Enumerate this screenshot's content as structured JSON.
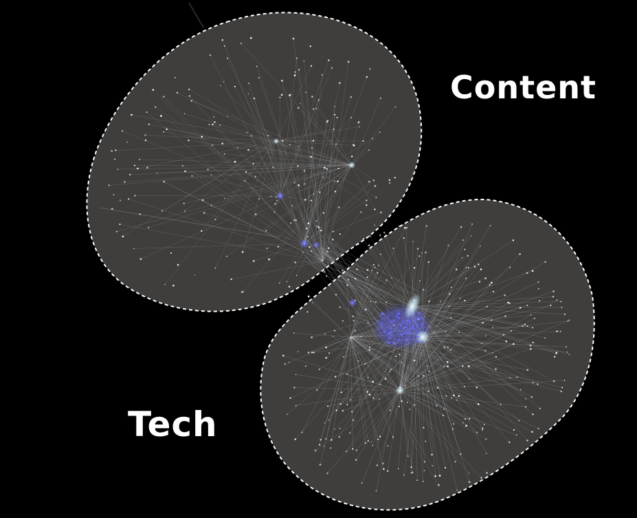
{
  "clusters": [
    {
      "id": "content",
      "label": "Content"
    },
    {
      "id": "tech",
      "label": "Tech"
    }
  ],
  "colors": {
    "background": "#000000",
    "region_fill": "#3f3e3c",
    "region_outline": "#ffffff",
    "node": "#ffffff",
    "edge": "#d8d8e0",
    "highlight_node": "#6a6cff",
    "hub_glow": "#cfe8f2",
    "label": "#ffffff"
  }
}
